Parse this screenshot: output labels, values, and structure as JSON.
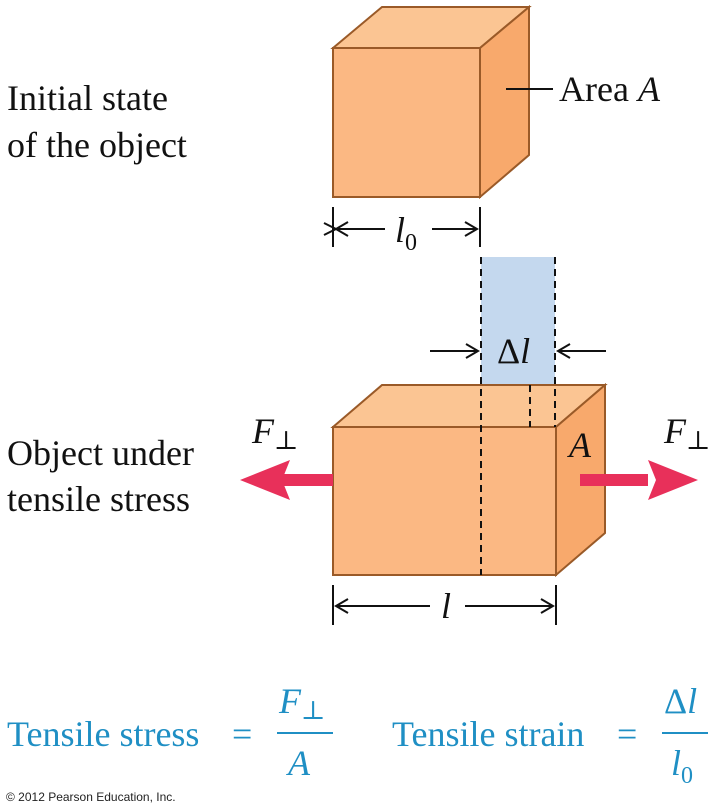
{
  "colors": {
    "box_front": "#fbb883",
    "box_top": "#fbc593",
    "box_side": "#f8a96c",
    "box_edge": "#9a5a28",
    "stretch_region": "#c4d8ee",
    "force_arrow": "#e8305a",
    "formula_text": "#1f8fc4"
  },
  "labels": {
    "initial_line1": "Initial state",
    "initial_line2": "of the object",
    "area_label": "Area",
    "area_var": "A",
    "l0_var": "l",
    "l0_sub": "0",
    "delta_l_delta": "Δ",
    "delta_l_var": "l",
    "stress_line1": "Object under",
    "stress_line2": "tensile stress",
    "force_left_var": "F",
    "force_left_sub": "⊥",
    "force_right_var": "F",
    "force_right_sub": "⊥",
    "face_area_var": "A",
    "length_var": "l"
  },
  "formulas": {
    "stress": {
      "lhs": "Tensile stress",
      "equals": "=",
      "num_var": "F",
      "num_sub": "⊥",
      "den_var": "A"
    },
    "strain": {
      "lhs": "Tensile strain",
      "equals": "=",
      "num_delta": "Δ",
      "num_var": "l",
      "den_var": "l",
      "den_sub": "0"
    }
  },
  "copyright": "© 2012 Pearson Education, Inc."
}
